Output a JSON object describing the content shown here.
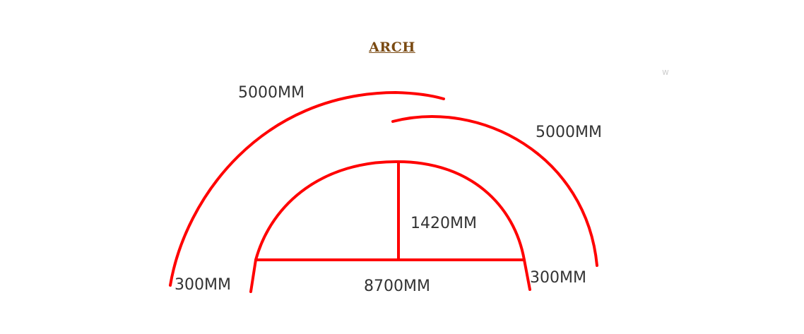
{
  "diagram": {
    "title": "ARCH",
    "labels": {
      "outer_arc_left": "5000MM",
      "outer_arc_right": "5000MM",
      "height": "1420MM",
      "span": "8700MM",
      "leg_left": "300MM",
      "leg_right": "300MM"
    },
    "stray_mark": "w",
    "colors": {
      "lines": "#ff0000",
      "title": "#7a4a12",
      "text": "#333333"
    }
  }
}
